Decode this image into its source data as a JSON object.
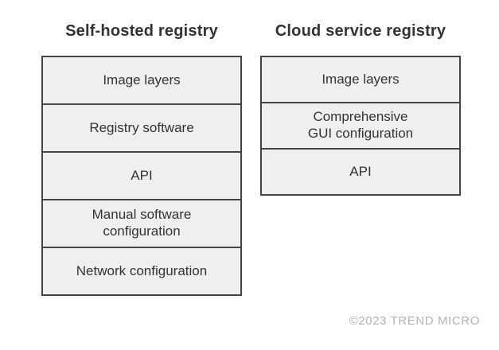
{
  "columns": [
    {
      "title": "Self-hosted registry",
      "items": [
        "Image layers",
        "Registry software",
        "API",
        "Manual software\nconfiguration",
        "Network configuration"
      ]
    },
    {
      "title": "Cloud service registry",
      "items": [
        "Image layers",
        "Comprehensive\nGUI configuration",
        "API"
      ]
    }
  ],
  "footer": {
    "copyright": "©2023 TREND MICRO"
  },
  "colors": {
    "background": "#ffffff",
    "box_fill": "#f0efef",
    "box_border": "#454545",
    "text": "#333333",
    "footer_text": "#b3b3b3"
  }
}
